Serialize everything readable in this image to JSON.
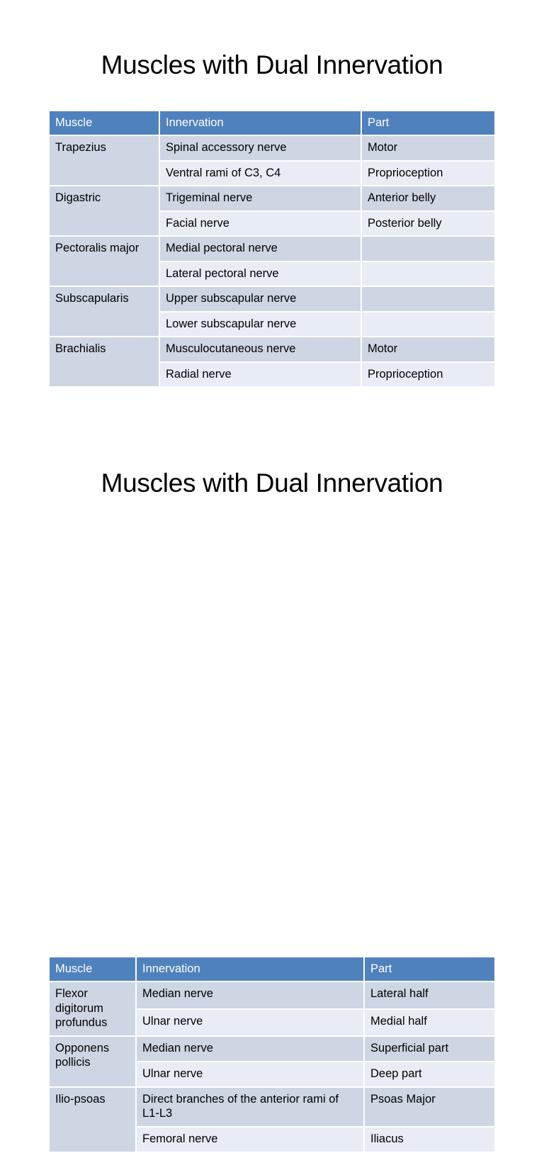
{
  "colors": {
    "header_blue": "#4F81BD",
    "row_dark": "#CED5E3",
    "row_light": "#E8ECF4",
    "text": "#000000",
    "page_background": "#FFFFFF"
  },
  "slides": [
    {
      "title": "Muscles with Dual Innervation",
      "table": {
        "headers": [
          "Muscle",
          "Innervation",
          "Part"
        ],
        "groups": [
          {
            "muscle": "Trapezius",
            "rows": [
              {
                "innervation": "Spinal accessory nerve",
                "part": "Motor"
              },
              {
                "innervation": "Ventral rami of C3, C4",
                "part": "Proprioception"
              }
            ]
          },
          {
            "muscle": "Digastric",
            "rows": [
              {
                "innervation": "Trigeminal nerve",
                "part": "Anterior belly"
              },
              {
                "innervation": "Facial nerve",
                "part": "Posterior belly"
              }
            ]
          },
          {
            "muscle": "Pectoralis major",
            "rows": [
              {
                "innervation": "Medial pectoral nerve",
                "part": ""
              },
              {
                "innervation": "Lateral pectoral nerve",
                "part": ""
              }
            ]
          },
          {
            "muscle": "Subscapularis",
            "rows": [
              {
                "innervation": "Upper subscapular nerve",
                "part": ""
              },
              {
                "innervation": "Lower subscapular nerve",
                "part": ""
              }
            ]
          },
          {
            "muscle": "Brachialis",
            "rows": [
              {
                "innervation": "Musculocutaneous nerve",
                "part": "Motor"
              },
              {
                "innervation": "Radial nerve",
                "part": "Proprioception"
              }
            ]
          }
        ]
      }
    },
    {
      "title": "Muscles with Dual Innervation",
      "table": {
        "headers": [
          "Muscle",
          "Innervation",
          "Part"
        ],
        "groups": [
          {
            "muscle": "Flexor digitorum profundus",
            "rows": [
              {
                "innervation": "Median nerve",
                "part": "Lateral half"
              },
              {
                "innervation": "Ulnar nerve",
                "part": "Medial half"
              }
            ]
          },
          {
            "muscle": "Opponens pollicis",
            "rows": [
              {
                "innervation": "Median nerve",
                "part": "Superficial part"
              },
              {
                "innervation": "Ulnar nerve",
                "part": "Deep part"
              }
            ]
          },
          {
            "muscle": "Ilio-psoas",
            "rows": [
              {
                "innervation": "Direct branches of the anterior rami of L1-L3",
                "part": "Psoas Major"
              },
              {
                "innervation": "Femoral nerve",
                "part": "Iliacus"
              }
            ]
          }
        ]
      }
    }
  ]
}
